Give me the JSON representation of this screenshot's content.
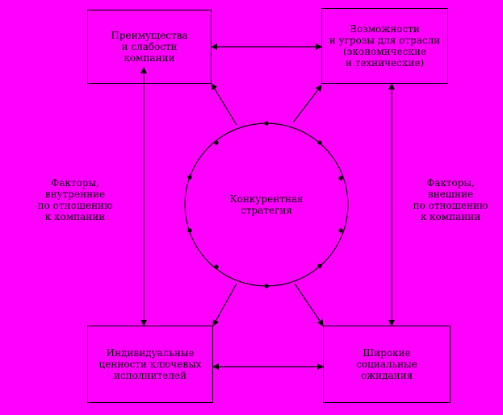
{
  "boxes": {
    "top_left": {
      "lines": [
        "Преимущества",
        "и слабости",
        "компании"
      ]
    },
    "top_right": {
      "lines": [
        "Возможности",
        "и угрозы для отрасли",
        "(экономические",
        "и технические)"
      ]
    },
    "bottom_left": {
      "lines": [
        "Индивидуальные",
        "ценности ключевых",
        "исполнителей"
      ]
    },
    "bottom_right": {
      "lines": [
        "Широкие",
        "социальные",
        "ожидания"
      ]
    }
  },
  "center": {
    "lines": [
      "Конкурентная",
      "стратегия"
    ]
  },
  "side_labels": {
    "left": {
      "lines": [
        "Факторы,",
        "внутренние",
        "по отношению",
        "к компании"
      ]
    },
    "right": {
      "lines": [
        "Факторы,",
        "внешние",
        "по отношению",
        "к компании"
      ]
    }
  },
  "colors": {
    "background": "#ff00ff",
    "ink": "#000000"
  }
}
